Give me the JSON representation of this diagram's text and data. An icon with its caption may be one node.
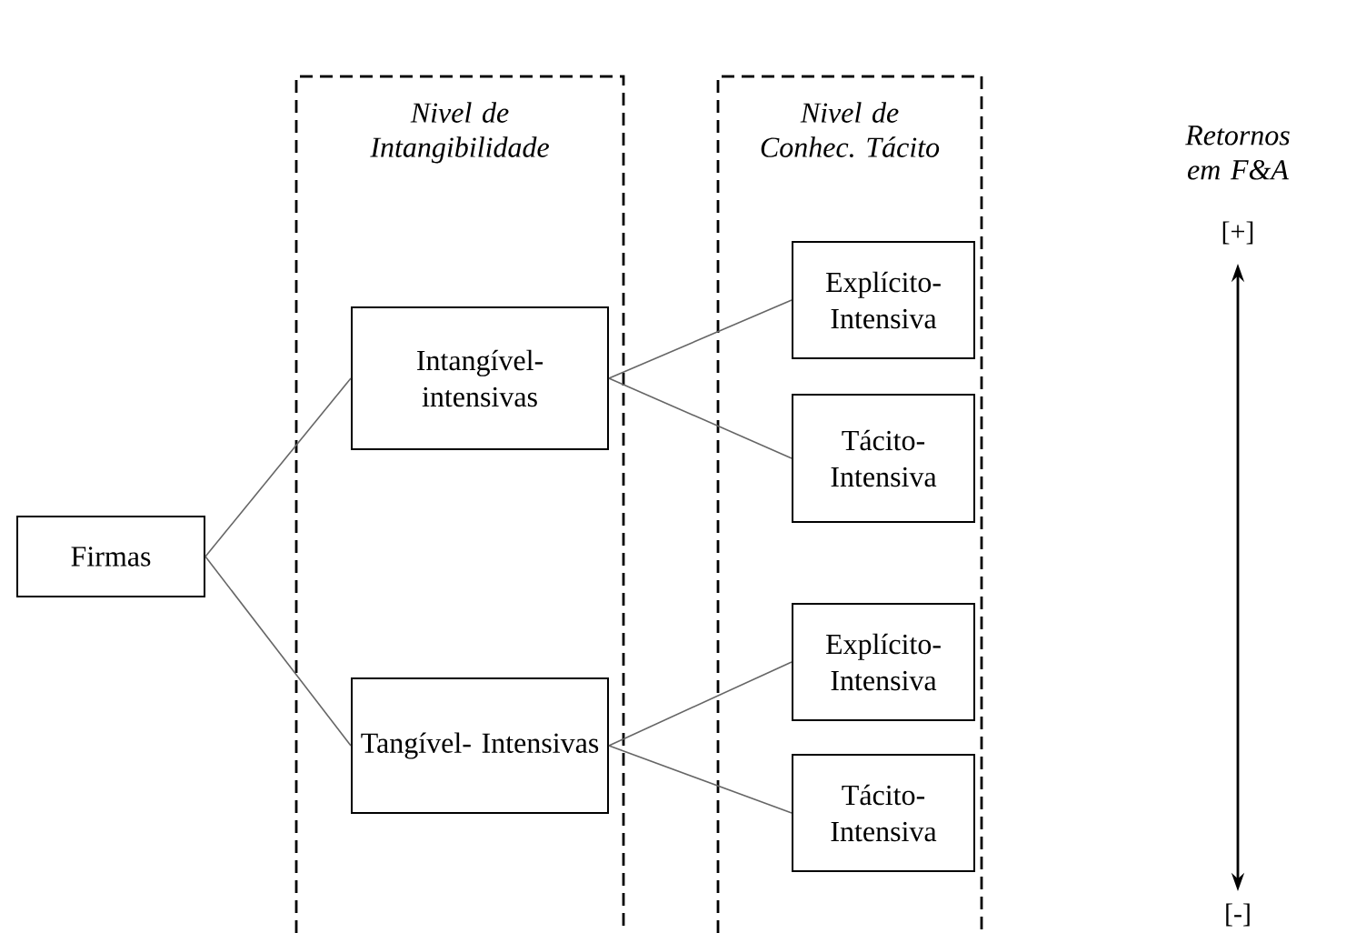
{
  "diagram": {
    "nodes": [
      {
        "text": [
          "Firmas"
        ]
      },
      {
        "text": [
          "Nivel de Intangibilidade"
        ]
      },
      {
        "text": [
          "Intangível- intensivas"
        ],
        "in": 1
      },
      {
        "text": [
          "Tangível- Intensivas"
        ],
        "in": 1
      },
      {
        "text": [
          "Nivel de Conhec. Tácito"
        ]
      },
      {
        "text": [
          "Explícito- Intensiva"
        ],
        "in": 4
      },
      {
        "text": [
          "Tácito- Intensiva"
        ],
        "in": 4
      },
      {
        "text": [
          "Explícito- Intensiva"
        ],
        "in": 4
      },
      {
        "text": [
          "Tácito- Intensiva"
        ],
        "in": 4
      }
    ],
    "edges": [
      {
        "from": 0,
        "to": 2,
        "arrow": "none"
      },
      {
        "from": 0,
        "to": 3,
        "arrow": "none"
      },
      {
        "from": 2,
        "to": 5,
        "arrow": "none"
      },
      {
        "from": 2,
        "to": 6,
        "arrow": "none"
      },
      {
        "from": 3,
        "to": 7,
        "arrow": "none"
      },
      {
        "from": 3,
        "to": 8,
        "arrow": "none"
      }
    ],
    "labels": [
      "Retornos em F&A",
      "[+]",
      "[-]"
    ]
  }
}
